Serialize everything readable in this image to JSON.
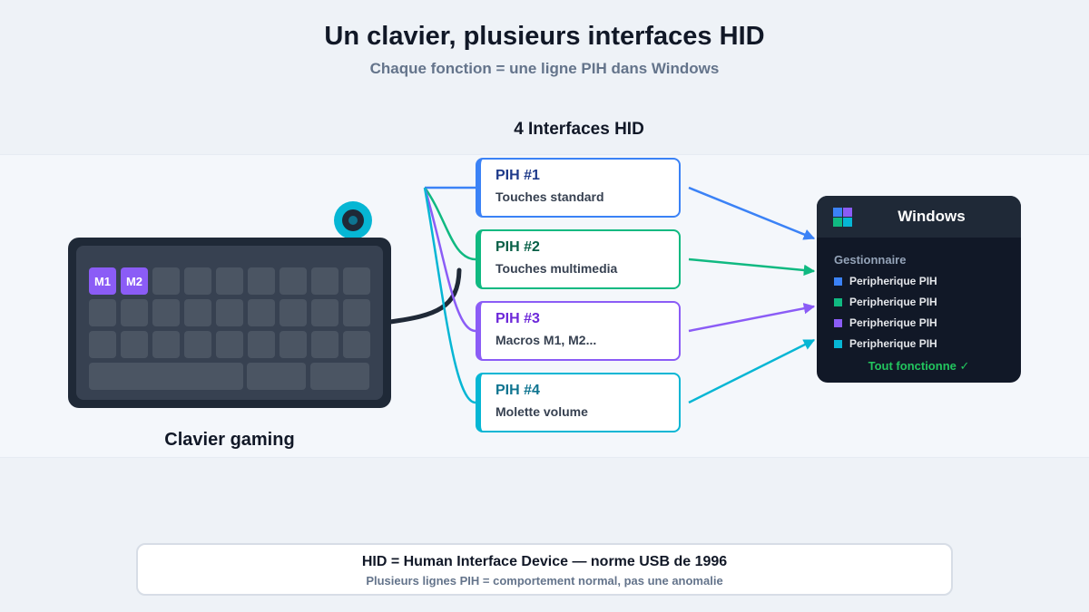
{
  "title": "Un clavier, plusieurs interfaces HID",
  "subtitle": "Chaque fonction = une ligne PIH dans Windows",
  "interfaces_heading": "4 Interfaces HID",
  "keyboard": {
    "label": "Clavier gaming",
    "macro_keys": [
      "M1",
      "M2"
    ]
  },
  "interfaces": [
    {
      "title": "PIH #1",
      "desc": "Touches standard",
      "color": "#3b82f6",
      "title_color": "#1e3a8a"
    },
    {
      "title": "PIH #2",
      "desc": "Touches multimedia",
      "color": "#10b981",
      "title_color": "#065f46"
    },
    {
      "title": "PIH #3",
      "desc": "Macros M1, M2...",
      "color": "#8b5cf6",
      "title_color": "#6d28d9"
    },
    {
      "title": "PIH #4",
      "desc": "Molette volume",
      "color": "#06b6d4",
      "title_color": "#0e7490"
    }
  ],
  "windows": {
    "title": "Windows",
    "section": "Gestionnaire",
    "devices": [
      "Peripherique PIH",
      "Peripherique PIH",
      "Peripherique PIH",
      "Peripherique PIH"
    ],
    "status": "Tout fonctionne ✓",
    "logo_colors": [
      "#3b82f6",
      "#8b5cf6",
      "#10b981",
      "#06b6d4"
    ]
  },
  "footer": {
    "main": "HID = Human Interface Device — norme USB de 1996",
    "sub": "Plusieurs lignes PIH = comportement normal, pas une anomalie"
  }
}
